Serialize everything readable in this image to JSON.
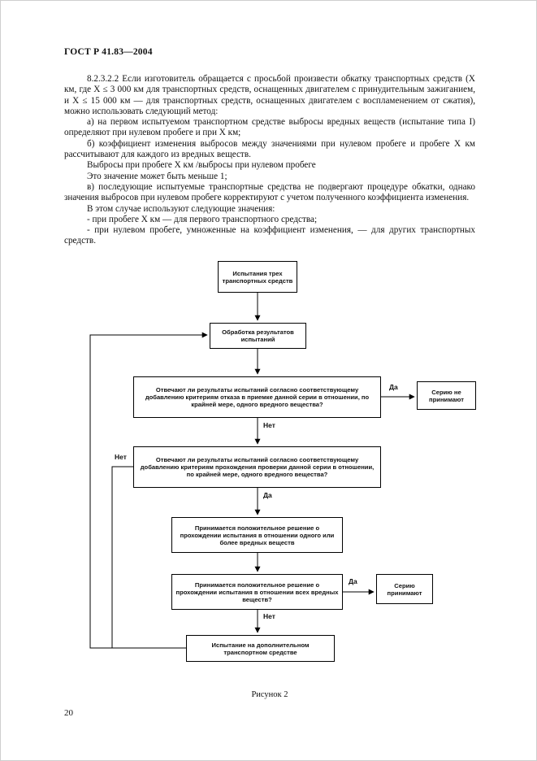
{
  "header": {
    "doc_number": "ГОСТ Р 41.83—2004"
  },
  "body": {
    "paragraphs": [
      "8.2.3.2.2 Если изготовитель обращается с просьбой произвести обкатку транспортных средств (X км, где X ≤ 3 000 км для транспортных средств, оснащенных двигателем с принудительным зажиганием, и X ≤ 15 000 км — для транспортных средств, оснащенных двигателем с воспламенением от сжатия), можно использовать следующий метод:",
      "а) на первом испытуемом транспортном средстве выбросы вредных веществ (испытание типа I) определяют при нулевом пробеге и при X км;",
      "б) коэффициент изменения выбросов между значениями при нулевом пробеге и пробеге X км рассчитывают для каждого из вредных веществ.",
      "Выбросы при пробеге X км /выбросы при нулевом пробеге",
      "Это значение может быть меньше 1;",
      "в) последующие испытуемые транспортные средства не подвергают процедуре обкатки, однако значения выбросов при нулевом пробеге корректируют с учетом полученного коэффициента изменения.",
      "В этом случае используют следующие значения:",
      "- при пробеге X км — для первого транспортного средства;",
      "- при нулевом пробеге, умноженные на коэффициент изменения, — для других транспортных средств."
    ]
  },
  "flowchart": {
    "boxes": {
      "start": "Испытания трех транспортных средств",
      "processing": "Обработка результатов испытаний",
      "fail_decision": "Отвечают ли результаты испытаний согласно соответствующему добавлению критериям отказа в приемке данной серии в отношении, по крайней мере, одного вредного вещества?",
      "series_rejected": "Серию не принимают",
      "pass_decision": "Отвечают ли результаты испытаний согласно соответствующему добавлению критериям прохождения проверки данной серии в отношении, по крайней мере, одного вредного вещества?",
      "partial_pass": "Принимается положительное решение о прохождении испытания в отношении одного или более вредных веществ",
      "all_pass": "Принимается положительное решение о прохождении испытания в отношении всех вредных веществ?",
      "series_accepted": "Серию принимают",
      "additional_test": "Испытание на дополнительном транспортном средстве"
    },
    "labels": {
      "yes": "Да",
      "no": "Нет"
    },
    "caption": "Рисунок 2"
  },
  "footer": {
    "page_number": "20"
  }
}
